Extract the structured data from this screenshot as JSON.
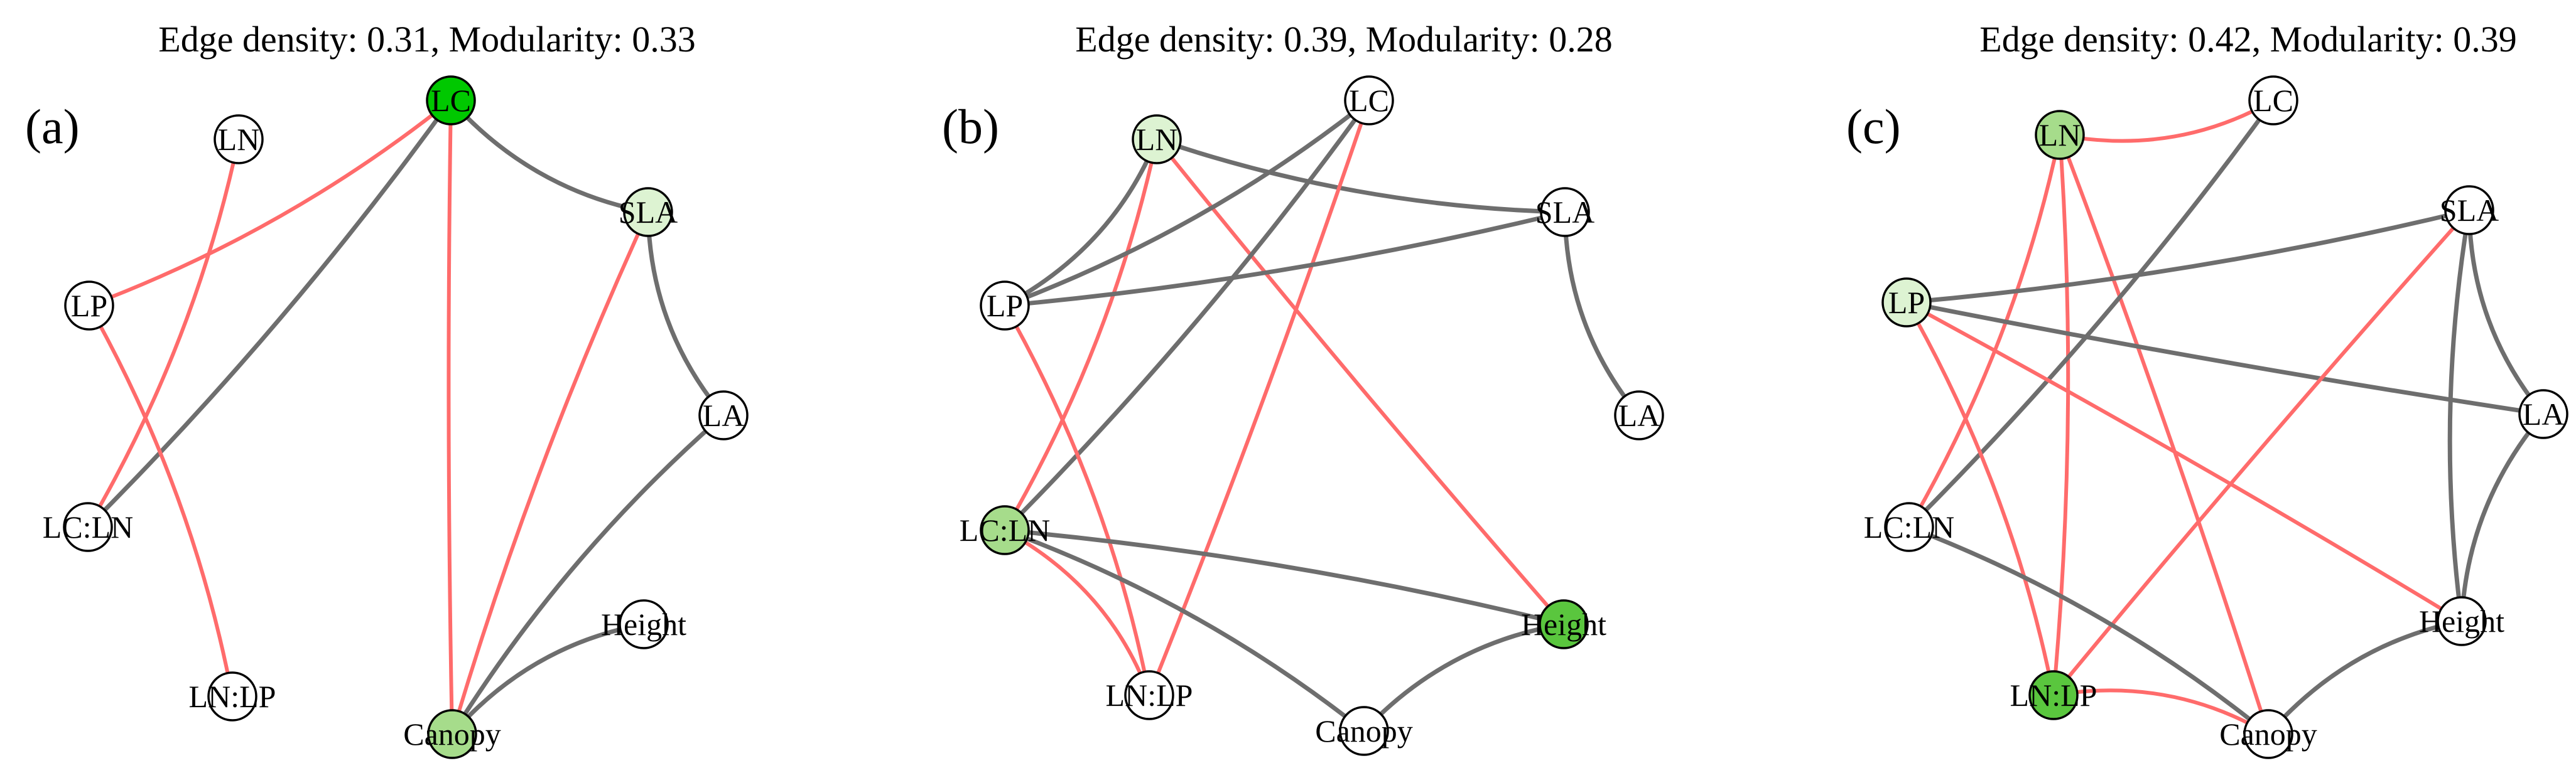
{
  "colors": {
    "positive_edge": "#ff6b6b",
    "negative_edge": "#6e6e6e",
    "node_none": "#ffffff",
    "node_low": "#ddf3d2",
    "node_mid": "#a6dc8b",
    "node_high": "#5ac63e",
    "node_max": "#00c800"
  },
  "panels": [
    {
      "label": "(a)",
      "title": "Edge density: 0.31, Modularity: 0.33",
      "nodes": [
        {
          "id": "LC",
          "label": "LC",
          "level": "max"
        },
        {
          "id": "LN",
          "label": "LN",
          "level": "none"
        },
        {
          "id": "LP",
          "label": "LP",
          "level": "none"
        },
        {
          "id": "SLA",
          "label": "SLA",
          "level": "low"
        },
        {
          "id": "LA",
          "label": "LA",
          "level": "none"
        },
        {
          "id": "LCLN",
          "label": "LC:LN",
          "level": "none"
        },
        {
          "id": "LNLP",
          "label": "LN:LP",
          "level": "none"
        },
        {
          "id": "Height",
          "label": "Height",
          "level": "none"
        },
        {
          "id": "Canopy",
          "label": "Canopy",
          "level": "mid"
        }
      ],
      "edges": [
        {
          "from": "LC",
          "to": "LP",
          "sign": "positive"
        },
        {
          "from": "LC",
          "to": "LCLN",
          "sign": "negative"
        },
        {
          "from": "LC",
          "to": "SLA",
          "sign": "negative"
        },
        {
          "from": "LC",
          "to": "Canopy",
          "sign": "positive"
        },
        {
          "from": "LN",
          "to": "LCLN",
          "sign": "positive"
        },
        {
          "from": "LP",
          "to": "LNLP",
          "sign": "positive"
        },
        {
          "from": "SLA",
          "to": "LA",
          "sign": "negative"
        },
        {
          "from": "SLA",
          "to": "Canopy",
          "sign": "positive"
        },
        {
          "from": "LA",
          "to": "Canopy",
          "sign": "negative"
        },
        {
          "from": "Height",
          "to": "Canopy",
          "sign": "negative"
        }
      ]
    },
    {
      "label": "(b)",
      "title": "Edge density: 0.39, Modularity: 0.28",
      "nodes": [
        {
          "id": "LC",
          "label": "LC",
          "level": "none"
        },
        {
          "id": "LN",
          "label": "LN",
          "level": "low"
        },
        {
          "id": "LP",
          "label": "LP",
          "level": "none"
        },
        {
          "id": "SLA",
          "label": "SLA",
          "level": "none"
        },
        {
          "id": "LA",
          "label": "LA",
          "level": "none"
        },
        {
          "id": "LCLN",
          "label": "LC:LN",
          "level": "mid"
        },
        {
          "id": "LNLP",
          "label": "LN:LP",
          "level": "none"
        },
        {
          "id": "Height",
          "label": "Height",
          "level": "high"
        },
        {
          "id": "Canopy",
          "label": "Canopy",
          "level": "none"
        }
      ],
      "edges": [
        {
          "from": "LN",
          "to": "SLA",
          "sign": "negative"
        },
        {
          "from": "LN",
          "to": "LP",
          "sign": "negative"
        },
        {
          "from": "LN",
          "to": "LCLN",
          "sign": "positive"
        },
        {
          "from": "LN",
          "to": "Height",
          "sign": "positive"
        },
        {
          "from": "LC",
          "to": "LP",
          "sign": "negative"
        },
        {
          "from": "LC",
          "to": "LCLN",
          "sign": "negative"
        },
        {
          "from": "LC",
          "to": "LNLP",
          "sign": "positive"
        },
        {
          "from": "LP",
          "to": "SLA",
          "sign": "negative"
        },
        {
          "from": "LP",
          "to": "LNLP",
          "sign": "positive"
        },
        {
          "from": "SLA",
          "to": "LA",
          "sign": "negative"
        },
        {
          "from": "LCLN",
          "to": "Height",
          "sign": "negative"
        },
        {
          "from": "LCLN",
          "to": "LNLP",
          "sign": "positive"
        },
        {
          "from": "LCLN",
          "to": "Canopy",
          "sign": "negative"
        },
        {
          "from": "Height",
          "to": "Canopy",
          "sign": "negative"
        }
      ]
    },
    {
      "label": "(c)",
      "title": "Edge density: 0.42, Modularity: 0.39",
      "nodes": [
        {
          "id": "LC",
          "label": "LC",
          "level": "none"
        },
        {
          "id": "LN",
          "label": "LN",
          "level": "mid"
        },
        {
          "id": "LP",
          "label": "LP",
          "level": "low"
        },
        {
          "id": "SLA",
          "label": "SLA",
          "level": "none"
        },
        {
          "id": "LA",
          "label": "LA",
          "level": "none"
        },
        {
          "id": "LCLN",
          "label": "LC:LN",
          "level": "none"
        },
        {
          "id": "LNLP",
          "label": "LN:LP",
          "level": "high"
        },
        {
          "id": "Height",
          "label": "Height",
          "level": "none"
        },
        {
          "id": "Canopy",
          "label": "Canopy",
          "level": "none"
        }
      ],
      "edges": [
        {
          "from": "LN",
          "to": "LC",
          "sign": "positive"
        },
        {
          "from": "LN",
          "to": "LCLN",
          "sign": "positive"
        },
        {
          "from": "LN",
          "to": "LNLP",
          "sign": "positive"
        },
        {
          "from": "LN",
          "to": "Canopy",
          "sign": "positive"
        },
        {
          "from": "LC",
          "to": "LCLN",
          "sign": "negative"
        },
        {
          "from": "LP",
          "to": "SLA",
          "sign": "negative"
        },
        {
          "from": "LP",
          "to": "LA",
          "sign": "negative"
        },
        {
          "from": "LP",
          "to": "LNLP",
          "sign": "positive"
        },
        {
          "from": "LP",
          "to": "Height",
          "sign": "positive"
        },
        {
          "from": "SLA",
          "to": "LNLP",
          "sign": "positive"
        },
        {
          "from": "SLA",
          "to": "LA",
          "sign": "negative"
        },
        {
          "from": "SLA",
          "to": "Height",
          "sign": "negative"
        },
        {
          "from": "LA",
          "to": "Height",
          "sign": "negative"
        },
        {
          "from": "LCLN",
          "to": "Canopy",
          "sign": "negative"
        },
        {
          "from": "LNLP",
          "to": "Canopy",
          "sign": "positive"
        },
        {
          "from": "Height",
          "to": "Canopy",
          "sign": "negative"
        }
      ]
    }
  ]
}
